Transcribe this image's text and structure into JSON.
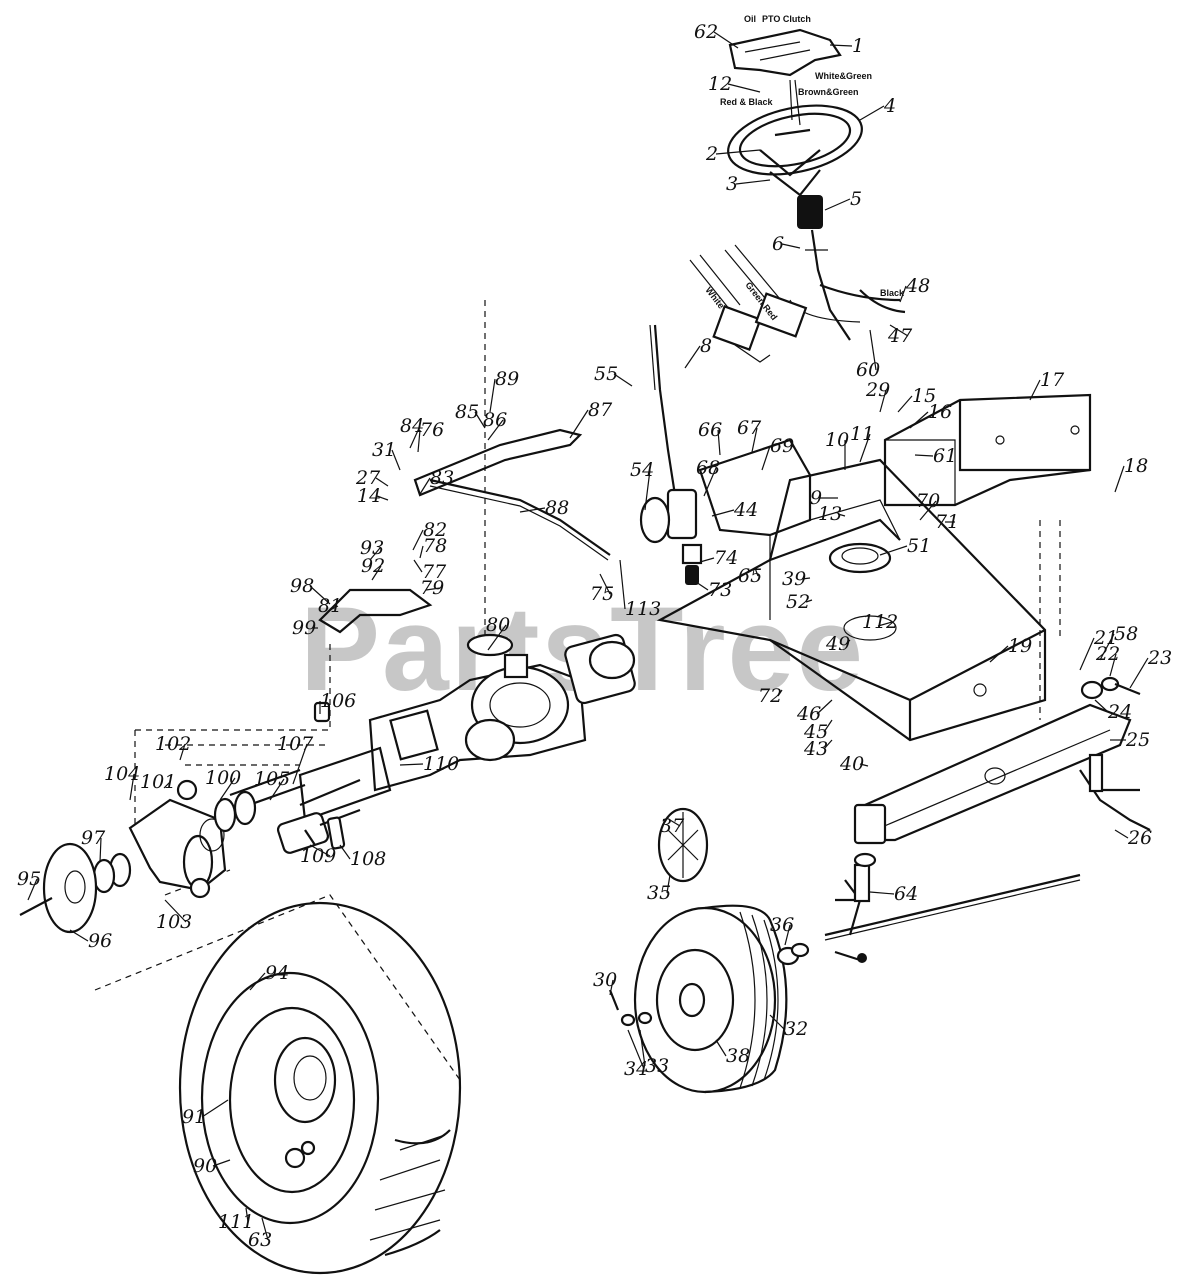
{
  "watermark": "PartsTree",
  "wire_tags": {
    "oil": "Oil",
    "pto_clutch": "PTO Clutch",
    "white_green": "White&Green",
    "brown_green": "Brown&Green",
    "red_black": "Red & Black",
    "black": "Black",
    "white": "White",
    "green_red": "Green Red"
  },
  "part_numbers": [
    "62",
    "1",
    "12",
    "4",
    "2",
    "3",
    "5",
    "6",
    "48",
    "47",
    "60",
    "8",
    "55",
    "89",
    "87",
    "85",
    "86",
    "84",
    "76",
    "31",
    "27",
    "14",
    "83",
    "82",
    "78",
    "77",
    "93",
    "92",
    "79",
    "98",
    "81",
    "99",
    "88",
    "66",
    "67",
    "69",
    "68",
    "54",
    "44",
    "74",
    "73",
    "75",
    "113",
    "65",
    "39",
    "52",
    "51",
    "10",
    "11",
    "9",
    "13",
    "29",
    "15",
    "16",
    "61",
    "17",
    "18",
    "70",
    "71",
    "112",
    "49",
    "72",
    "19",
    "21",
    "22",
    "58",
    "23",
    "24",
    "46",
    "45",
    "43",
    "40",
    "25",
    "26",
    "80",
    "106",
    "102",
    "107",
    "101",
    "100",
    "105",
    "110",
    "104",
    "97",
    "109",
    "108",
    "103",
    "95",
    "96",
    "94",
    "91",
    "90",
    "111",
    "63",
    "37",
    "35",
    "36",
    "34",
    "33",
    "38",
    "32",
    "30",
    "64"
  ]
}
